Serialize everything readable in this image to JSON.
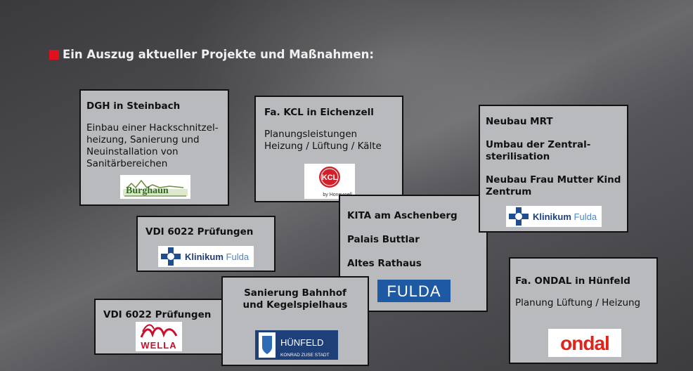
{
  "heading": "Ein Auszug aktueller Projekte und Maßnahmen:",
  "colors": {
    "bullet": "#e0101e",
    "card_bg": "#b9babd",
    "klinikum_blue": "#1f4e8f",
    "fulda_blue": "#1e5aa3",
    "ondal_red": "#e2231a"
  },
  "cards": {
    "dgh": {
      "title": "DGH in Steinbach",
      "body_lines": [
        "Einbau einer Hackschnitzel-",
        "heizung, Sanierung und",
        "Neuinstallation von",
        "Sanitärbereichen"
      ],
      "logo_text": "Burghaun"
    },
    "kcl": {
      "title": "Fa. KCL in Eichenzell",
      "body_lines": [
        "Planungsleistungen",
        "Heizung / Lüftung / Kälte"
      ],
      "logo_text": "KCL",
      "logo_subtext": "by Honeywell"
    },
    "mrt": {
      "line1": "Neubau MRT",
      "line2a": "Umbau der Zentral-",
      "line2b": "sterilisation",
      "line3a": "Neubau Frau Mutter Kind",
      "line3b": "Zentrum",
      "logo": {
        "word1": "Klinikum",
        "word2": "Fulda"
      }
    },
    "vdi1": {
      "title": "VDI 6022 Prüfungen",
      "logo": {
        "word1": "Klinikum",
        "word2": "Fulda"
      }
    },
    "kita": {
      "line1": "KITA am Aschenberg",
      "line2": "Palais Buttlar",
      "line3": "Altes Rathaus",
      "logo_text": "FULDA"
    },
    "ondal": {
      "title": "Fa. ONDAL in Hünfeld",
      "body": "Planung Lüftung / Heizung",
      "logo_text": "ondal"
    },
    "bahnhof": {
      "line1": "Sanierung Bahnhof",
      "line2": "und Kegelspielhaus",
      "logo_text": "HÜNFELD",
      "logo_subtext": "KONRAD ZUSE STADT"
    },
    "vdi2": {
      "title": "VDI 6022 Prüfungen",
      "logo_text": "WELLA"
    }
  }
}
